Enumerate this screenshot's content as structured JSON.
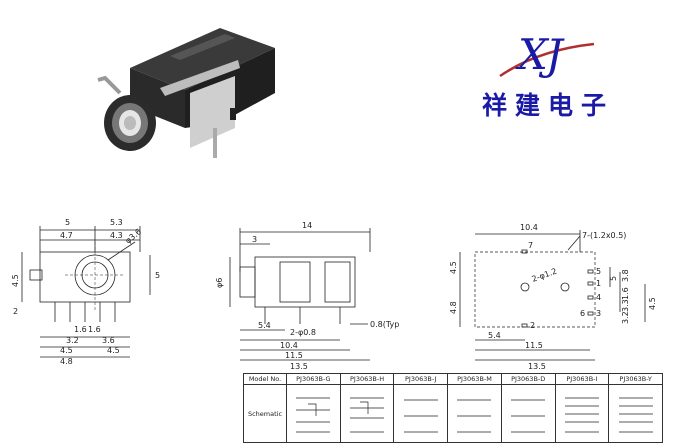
{
  "logo": {
    "mark": "XJ",
    "name": "祥建电子"
  },
  "view_left": {
    "dims": [
      "5",
      "5.3",
      "4.7",
      "4.3",
      "φ3.6",
      "4.5",
      "5",
      "2",
      "1.6",
      "1.6",
      "3.2",
      "3.6",
      "4.5",
      "4.8"
    ]
  },
  "view_middle": {
    "dims": [
      "14",
      "3",
      "φ6",
      "5.4",
      "2-φ0.8",
      "0.8(Typ)",
      "10.4",
      "11.5",
      "13.5"
    ]
  },
  "view_right": {
    "dims": [
      "10.4",
      "7-(1.2x0.5)",
      "4.5",
      "2-φ1.2",
      "5",
      "3.8",
      "1.6",
      "3.3",
      "3.2",
      "4.5",
      "4.8",
      "6",
      "5.4",
      "11.5",
      "13.5"
    ],
    "pins": [
      "5",
      "1",
      "4",
      "3",
      "2",
      "6",
      "7"
    ]
  },
  "table": {
    "header_label": "Model No.",
    "row_label": "Schematic",
    "models": [
      "PJ3063B-G",
      "PJ3063B-H",
      "PJ3063B-J",
      "PJ3063B-M",
      "PJ3063B-D",
      "PJ3063B-I",
      "PJ3063B-Y"
    ]
  }
}
